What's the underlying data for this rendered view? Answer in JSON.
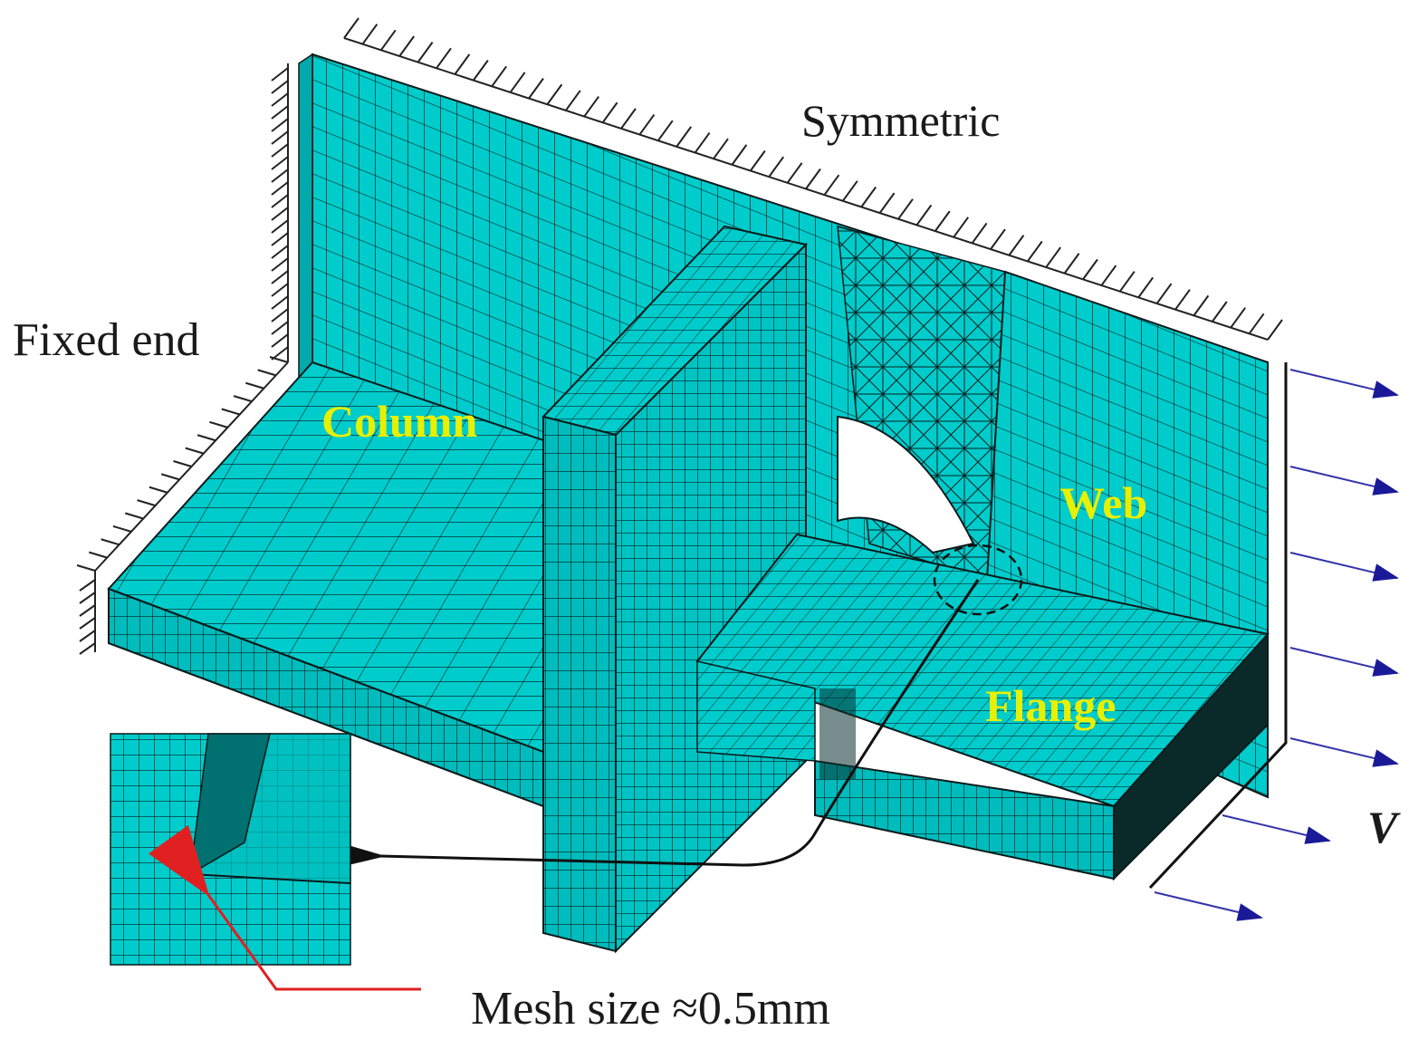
{
  "labels": {
    "symmetric": "Symmetric",
    "fixed_end": "Fixed end",
    "column": "Column",
    "web": "Web",
    "flange": "Flange",
    "velocity": "V",
    "mesh_size": "Mesh size ≈0.5mm"
  },
  "colors": {
    "mesh": "#00cccc",
    "mesh_lines": "#0a1a1a",
    "part_label": "#e8f000",
    "load_arrow": "#2222aa",
    "callout_arrow": "#e02020",
    "text": "#1a1a1a"
  }
}
